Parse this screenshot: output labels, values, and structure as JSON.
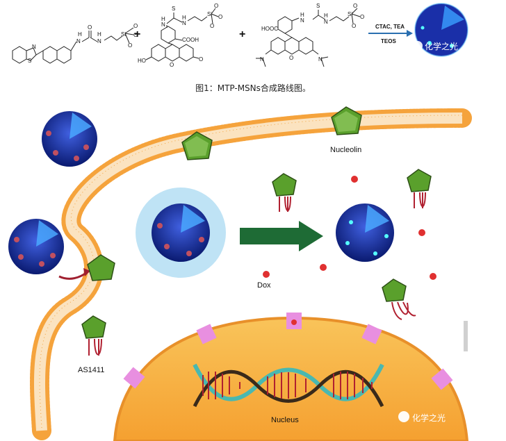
{
  "scheme": {
    "mol1_labels": [
      "S",
      "N",
      "H",
      "N",
      "H",
      "N",
      "O",
      "Si",
      "O",
      "O",
      "O"
    ],
    "mol2_labels": [
      "S",
      "H",
      "N",
      "H",
      "N",
      "O",
      "Si",
      "O",
      "O",
      "COOH",
      "HO",
      "O",
      "O"
    ],
    "mol3_labels": [
      "S",
      "HOOC",
      "H",
      "N",
      "H",
      "N",
      "O",
      "Si",
      "O",
      "O",
      "N",
      "N",
      "O"
    ],
    "plus": "+",
    "reagents": [
      "CTAC, TEA",
      "TEOS"
    ],
    "watermark": "化学之光"
  },
  "caption": "图1：MTP-MSNs合成路线图。",
  "cell": {
    "labels": {
      "nucleolin": "Nucleolin",
      "dox": "Dox",
      "as1411": "AS1411",
      "nucleus": "Nucleus"
    },
    "watermark": "化学之光"
  },
  "colors": {
    "membrane": "#f5a33c",
    "nanoparticle": "#1a2fa8",
    "nucleolin": "#5aa02c",
    "dox": "#e03030",
    "nucleus": "#f7b43e",
    "pore": "#e88fe0",
    "arrow": "#1e6b35"
  }
}
